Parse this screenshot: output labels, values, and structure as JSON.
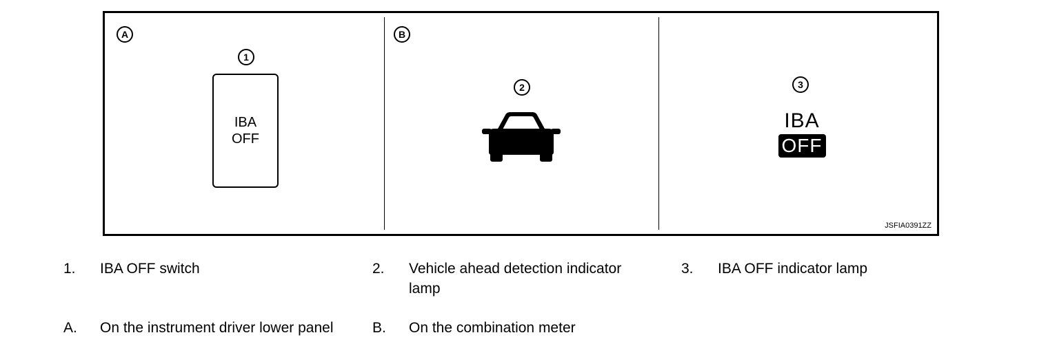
{
  "figure": {
    "panel_a_letter": "A",
    "panel_b_letter": "B",
    "callout_1": "1",
    "callout_2": "2",
    "callout_3": "3",
    "switch_line1": "IBA",
    "switch_line2": "OFF",
    "lamp_line1": "IBA",
    "lamp_line2": "OFF",
    "code": "JSFIA0391ZZ",
    "icon_color": "#000000"
  },
  "legend": {
    "item1_num": "1.",
    "item1_text": "IBA OFF switch",
    "item2_num": "2.",
    "item2_text_line1": "Vehicle ahead detection indicator",
    "item2_text_line2": "lamp",
    "item3_num": "3.",
    "item3_text": "IBA OFF indicator lamp",
    "itemA_num": "A.",
    "itemA_text": "On the instrument driver lower panel",
    "itemB_num": "B.",
    "itemB_text": "On the combination meter"
  }
}
